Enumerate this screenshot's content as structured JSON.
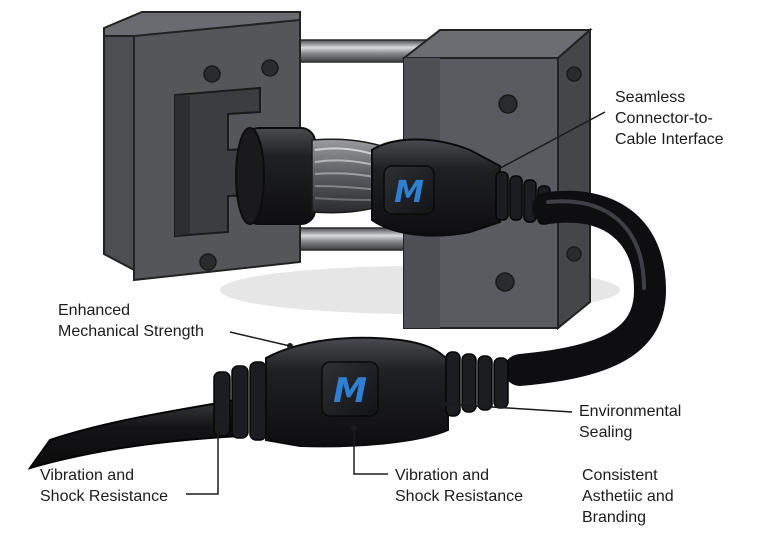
{
  "callouts": {
    "seamless": {
      "line1": "Seamless",
      "line2": "Connector-to-",
      "line3": "Cable Interface"
    },
    "mechanical": {
      "line1": "Enhanced",
      "line2": "Mechanical Strength"
    },
    "environmental": {
      "line1": "Environmental",
      "line2": "Sealing"
    },
    "vibration_left": {
      "line1": "Vibration and",
      "line2": "Shock Resistance"
    },
    "vibration_center": {
      "line1": "Vibration and",
      "line2": "Shock Resistance"
    },
    "consistent": {
      "line1": "Consistent",
      "line2": "Asthetiic and",
      "line3": "Branding"
    }
  },
  "brand": {
    "logo_letter": "M"
  },
  "colors": {
    "fixture_dark": "#3c3d40",
    "fixture_mid": "#55565a",
    "fixture_light": "#6c6d72",
    "cable": "#151517",
    "logo_blue": "#2f7fd3"
  }
}
